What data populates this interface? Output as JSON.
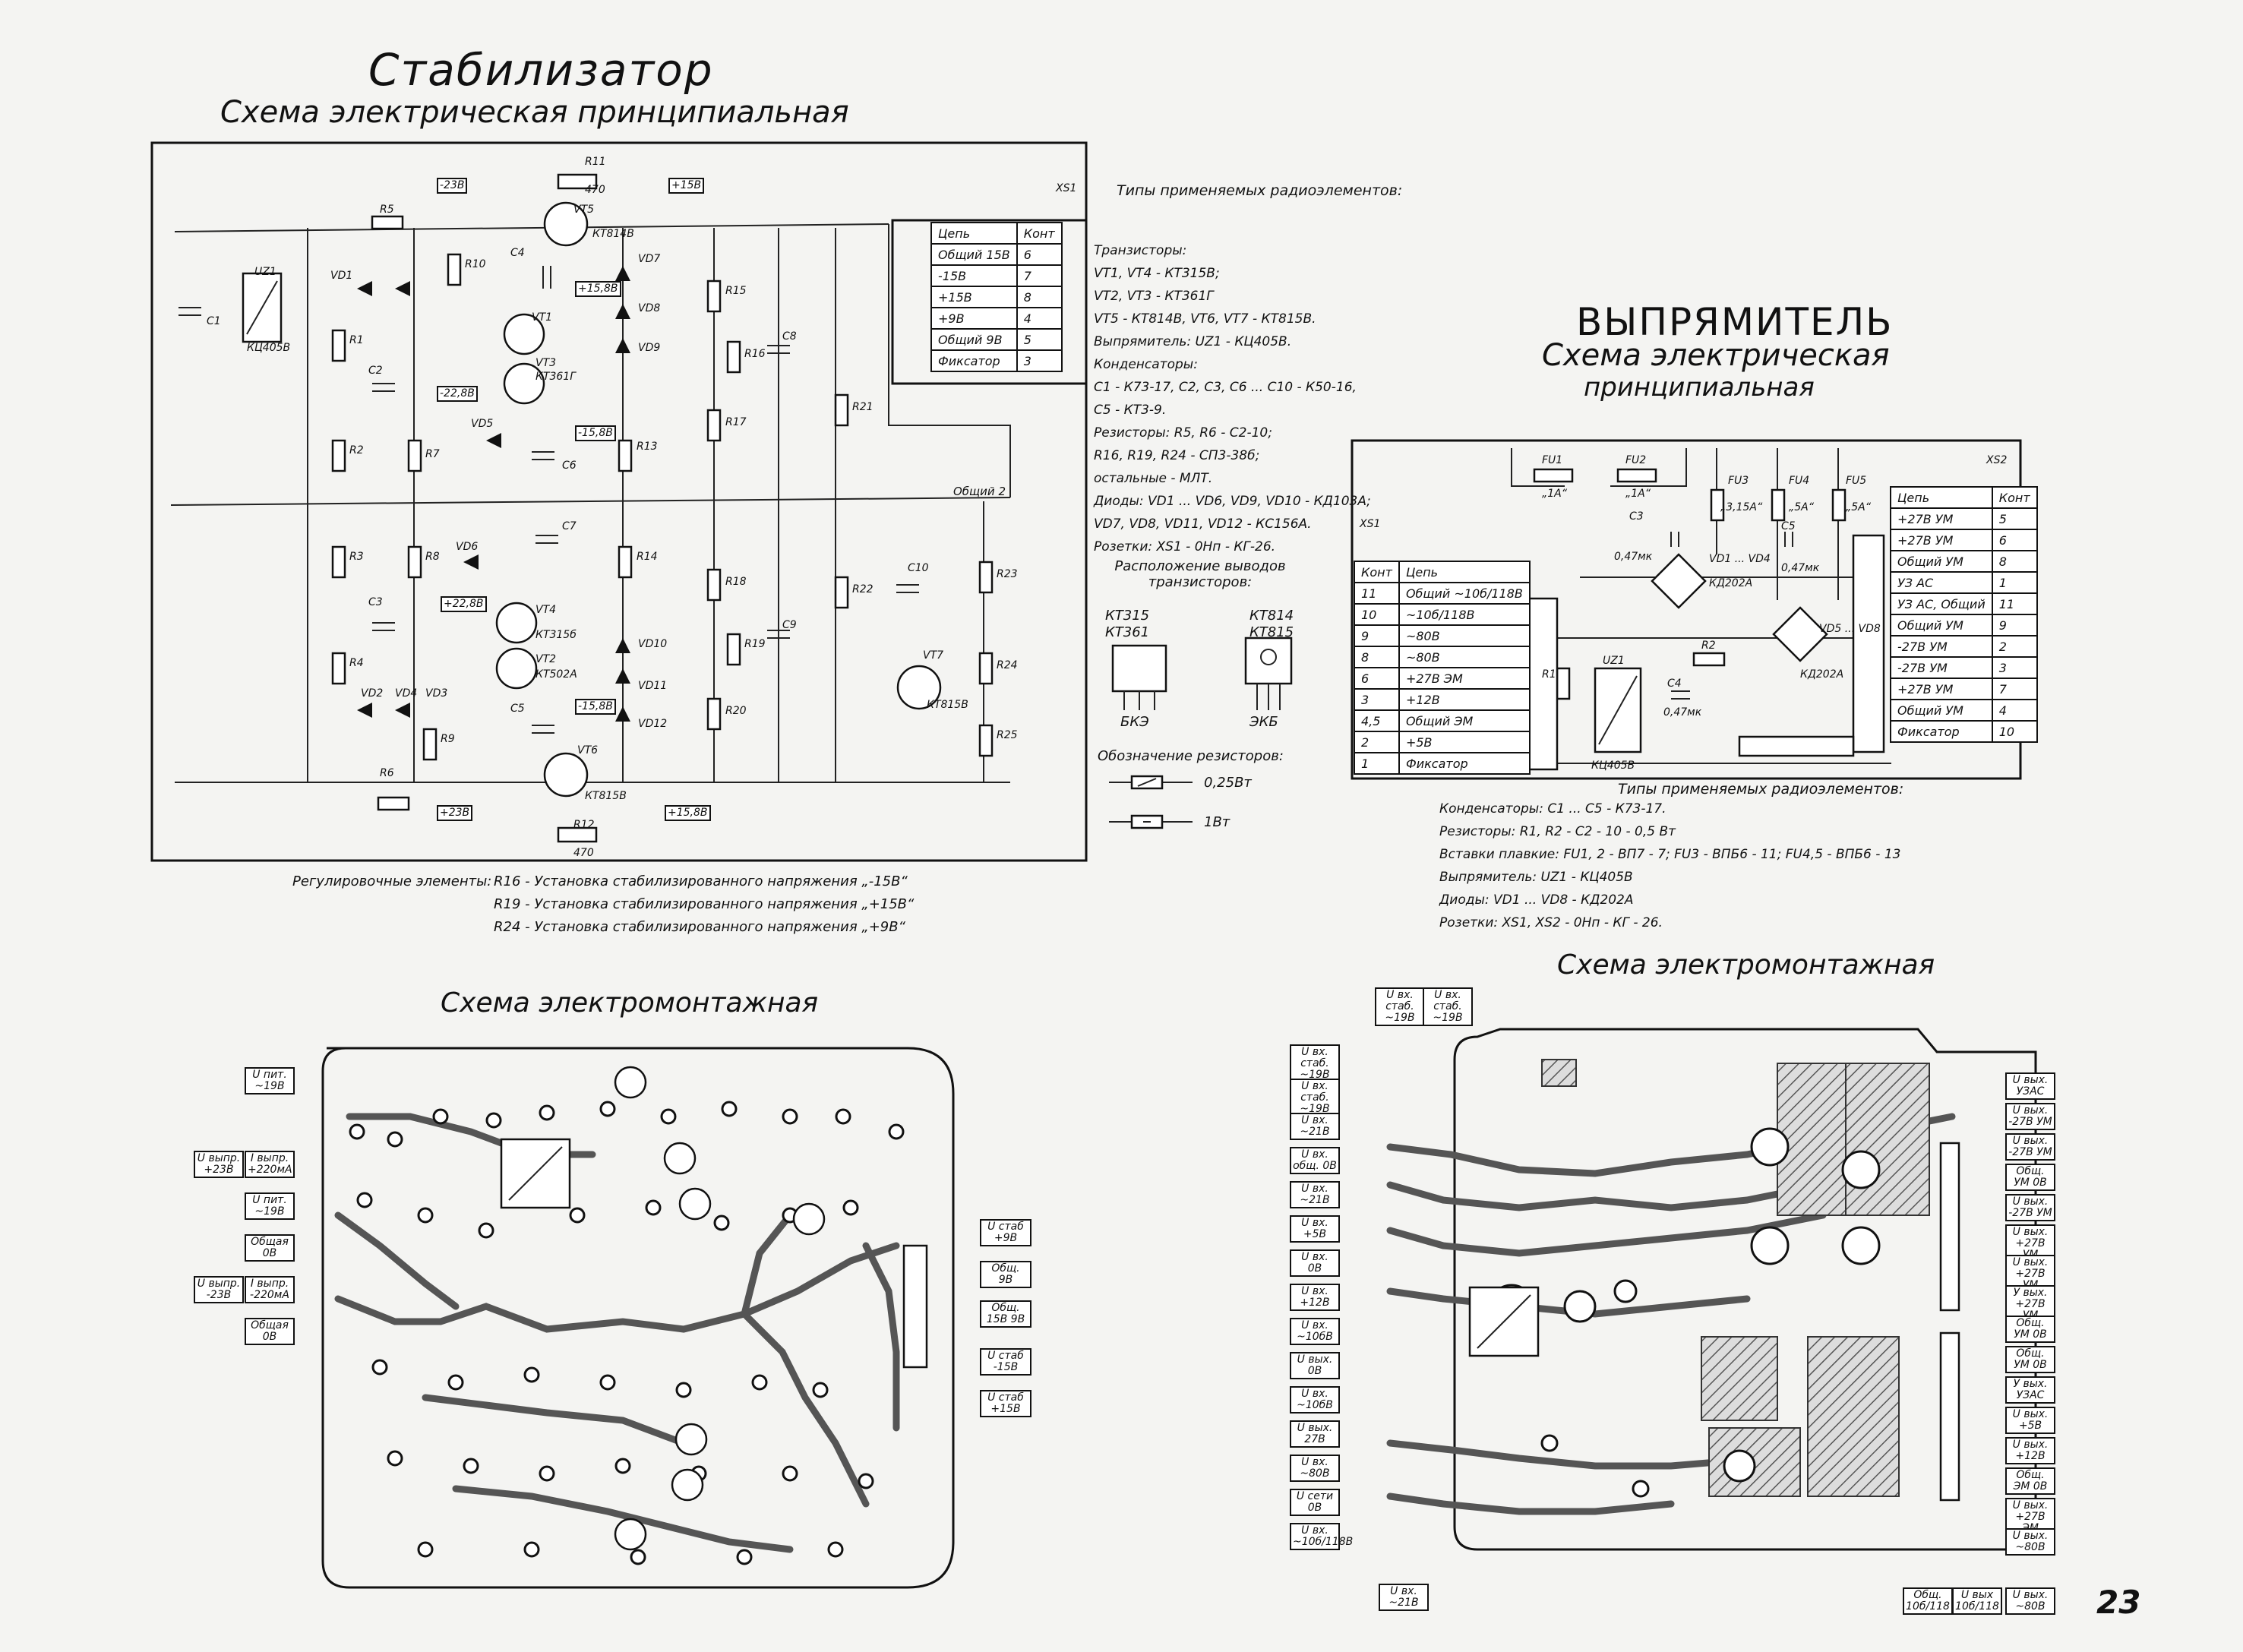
{
  "stabilizer": {
    "title": "Стабилизатор",
    "subtitle": "Схема электрическая принципиальная",
    "connector_table": {
      "head": [
        "Цепь",
        "Конт"
      ],
      "rows": [
        [
          "Общий 15В",
          "6"
        ],
        [
          "-15В",
          "7"
        ],
        [
          "+15В",
          "8"
        ],
        [
          "+9В",
          "4"
        ],
        [
          "Общий 9В",
          "5"
        ],
        [
          "Фиксатор",
          "3"
        ]
      ]
    },
    "component_types_title": "Типы применяемых радиоэлементов:",
    "component_list": [
      "Транзисторы:",
      "VT1, VT4 - КТ315В;",
      "VT2, VT3 - КТ361Г",
      "VT5 - КТ814В, VT6, VT7 - КТ815В.",
      "Выпрямитель: UZ1 - КЦ405В.",
      "Конденсаторы:",
      "С1 - К73-17, С2, С3, С6 ... С10 - К50-16,",
      "С5 - КТ3-9.",
      "Резисторы: R5, R6 - С2-10;",
      "R16, R19, R24 - СП3-38б;",
      "остальные - МЛТ.",
      "Диоды: VD1 ... VD6, VD9, VD10 - КД103А;",
      "VD7, VD8, VD11, VD12 - КС156А.",
      "Розетки: XS1 - 0Нп - КГ-26."
    ],
    "pinout_title": "Расположение выводов транзисторов:",
    "pinout_left": [
      "КТ315",
      "КТ361",
      "БКЭ"
    ],
    "pinout_right": [
      "КТ814",
      "КТ815",
      "ЭКБ"
    ],
    "resistor_legend_title": "Обозначение резисторов:",
    "resistor_legend": [
      "0,25Вт",
      "1Вт"
    ],
    "adjust_title": "Регулировочные элементы:",
    "adjust": [
      "R16 - Установка стабилизированного напряжения „-15В“",
      "R19 - Установка стабилизированного напряжения „+15В“",
      "R24 - Установка стабилизированного напряжения „+9В“"
    ],
    "schematic_labels": [
      "R11",
      "470",
      "R12",
      "470",
      "VT5",
      "КТ814В",
      "VT6",
      "КТ815В",
      "VT7",
      "КТ815В",
      "VT1",
      "VT2",
      "КТ502А",
      "VT3",
      "КТ361Г",
      "VT4",
      "КТ315б",
      "UZ1",
      "КЦ405В",
      "R5",
      "R6",
      "C1",
      "C2",
      "C3",
      "C4",
      "C5",
      "C6",
      "C7",
      "C8",
      "C9",
      "C10",
      "VD1",
      "VD2",
      "VD3",
      "VD4",
      "VD5",
      "VD6",
      "VD7",
      "VD8",
      "VD9",
      "VD10",
      "VD11",
      "VD12",
      "R1",
      "R2",
      "R3",
      "R4",
      "R7",
      "R8",
      "R9",
      "R10",
      "R13",
      "R14",
      "R15",
      "R16",
      "R17",
      "R18",
      "R19",
      "R20",
      "R21",
      "R22",
      "R23",
      "R24",
      "R25",
      "XS1",
      "Общий 2"
    ],
    "voltage_tags": [
      "-23В",
      "+15В",
      "-22,8В",
      "-15,8В",
      "+23В",
      "+15,8В",
      "+22,8В",
      "-15,8В",
      "+15,8В"
    ],
    "montage_title": "Схема электромонтажная",
    "montage_left_labels": [
      "U пит. ~19В",
      "U выпр. +23В",
      "I выпр. +220мА",
      "U пит. ~19В",
      "Общая 0В",
      "U выпр. -23В",
      "I выпр. -220мА",
      "Общая 0В"
    ],
    "montage_right_labels": [
      "U стаб +9В",
      "Общ. 9В",
      "Общ. 15В 9В",
      "U стаб -15В",
      "U стаб +15В"
    ]
  },
  "rectifier": {
    "title": "ВЫПРЯМИТЕЛЬ",
    "subtitle1": "Схема электрическая",
    "subtitle2": "принципиальная",
    "xs1_table": {
      "head": [
        "Конт",
        "Цепь"
      ],
      "rows": [
        [
          "11",
          "Общий ~10б/118В"
        ],
        [
          "10",
          "~10б/118В"
        ],
        [
          "9",
          "~80В"
        ],
        [
          "8",
          "~80В"
        ],
        [
          "6",
          "+27В ЭМ"
        ],
        [
          "3",
          "+12В"
        ],
        [
          "4,5",
          "Общий ЭМ"
        ],
        [
          "2",
          "+5В"
        ],
        [
          "1",
          "Фиксатор"
        ]
      ]
    },
    "xs2_table": {
      "head": [
        "Цепь",
        "Конт"
      ],
      "rows": [
        [
          "+27В УМ",
          "5"
        ],
        [
          "+27В УМ",
          "6"
        ],
        [
          "Общий УМ",
          "8"
        ],
        [
          "УЗ АС",
          "1"
        ],
        [
          "УЗ АС, Общий",
          "11"
        ],
        [
          "Общий УМ",
          "9"
        ],
        [
          "-27В УМ",
          "2"
        ],
        [
          "-27В УМ",
          "3"
        ],
        [
          "+27В УМ",
          "7"
        ],
        [
          "Общий УМ",
          "4"
        ],
        [
          "Фиксатор",
          "10"
        ]
      ]
    },
    "component_types_title": "Типы применяемых радиоэлементов:",
    "component_list": [
      "Конденсаторы: С1 ... С5 - К73-17.",
      "Резисторы: R1, R2 - С2 - 10 - 0,5 Вт",
      "Вставки плавкие: FU1, 2 - ВП7 - 7; FU3 - ВПБ6 - 11; FU4,5 - ВПБ6 - 13",
      "Выпрямитель: UZ1 - КЦ405В",
      "Диоды: VD1 ... VD8 - КД202А",
      "Розетки: XS1, XS2 - 0Нп - КГ - 26."
    ],
    "schematic_labels": [
      "FU1",
      "„1А“",
      "FU2",
      "„1А“",
      "FU3",
      "„3,15А“",
      "FU4",
      "„5А“",
      "FU5",
      "„5А“",
      "C3",
      "0,47мк",
      "C5",
      "0,47мк",
      "VD1 ... VD4",
      "КД202А",
      "VD5 ... VD8",
      "КД202А",
      "UZ1",
      "КЦ405В",
      "C4",
      "0,47мк",
      "R1",
      "R2",
      "XS1",
      "XS2"
    ],
    "montage_title": "Схема электромонтажная",
    "montage_left_labels": [
      "U вх. стаб. ~19В",
      "U вх. стаб. ~19В",
      "U вх. стаб. ~19В",
      "U вх. стаб. ~19В",
      "U вх. ~21В",
      "U вх. общ. 0В",
      "U вх. ~21В",
      "U вх. +5В",
      "U вх. 0В",
      "U вх. +12В",
      "U вх. ~10бВ",
      "U вых. 0В",
      "U вх. ~10бВ",
      "U вых. 27В",
      "U вх. ~80В",
      "U сети 0В",
      "U вх. ~10б/118В",
      "U вх. ~21В"
    ],
    "montage_right_labels": [
      "U вых. УЗАС",
      "U вых. -27В УМ",
      "U вых. -27В УМ",
      "Общ. УМ 0В",
      "U вых. -27В УМ",
      "U вых. +27В УМ",
      "U вых. +27В УМ",
      "У вых. +27В УМ",
      "Общ. УМ 0В",
      "Общ. УМ 0В",
      "У вых. УЗАС",
      "U вых. +5В",
      "U вых. +12В",
      "Общ. ЭМ 0В",
      "U вых. +27В ЭМ",
      "U вых. ~80В",
      "U вых. ~80В"
    ],
    "montage_bottom_labels": [
      "Общ. 10б/118",
      "U вых 10б/118"
    ]
  },
  "page_number": "23"
}
